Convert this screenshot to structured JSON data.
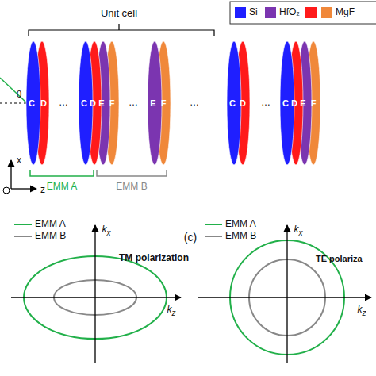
{
  "diagram": {
    "labels": [
      "Unit cell",
      "θ",
      "C",
      "D",
      "…",
      "C",
      "D",
      "E",
      "F",
      "…",
      "E",
      "F",
      "…",
      "C",
      "D",
      "…",
      "C",
      "D",
      "E",
      "F",
      "x",
      "z",
      "EMM A",
      "EMM B",
      "(c)",
      "kx",
      "kz",
      "TM polarization",
      "kx",
      "kz",
      "TE polariza"
    ],
    "legend": [
      {
        "text": "Si",
        "color": "#1f1fff"
      },
      {
        "text": "HfO₂",
        "color": "#7b35b0"
      },
      {
        "text": "MgF",
        "color": "#f0883a"
      },
      {
        "text": "EMM A"
      },
      {
        "text": "EMM B"
      },
      {
        "text": "EMM A"
      },
      {
        "text": "EMM B"
      }
    ]
  }
}
